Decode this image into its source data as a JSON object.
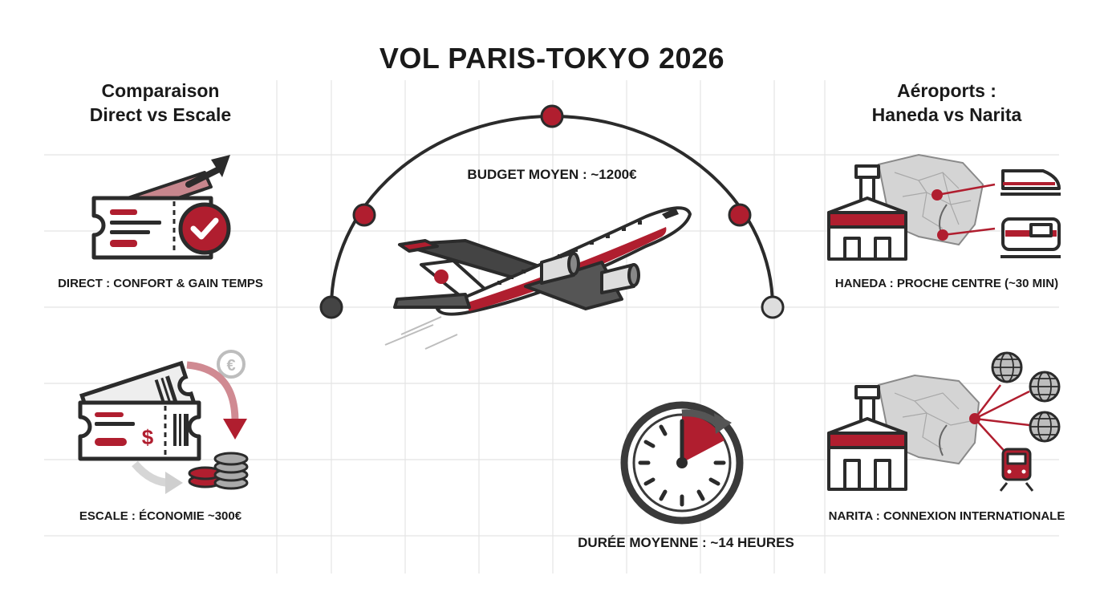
{
  "title": "VOL PARIS-TOKYO 2026",
  "left_section": {
    "title_line1": "Comparaison",
    "title_line2": "Direct vs Escale",
    "direct_caption": "DIRECT : CONFORT & GAIN TEMPS",
    "escale_caption": "ESCALE : ÉCONOMIE ~300€"
  },
  "center_section": {
    "budget_label": "BUDGET MOYEN : ~1200€",
    "duration_label": "DURÉE MOYENNE : ~14 HEURES"
  },
  "right_section": {
    "title_line1": "Aéroports :",
    "title_line2": "Haneda vs Narita",
    "haneda_caption": "HANEDA : PROCHE CENTRE (~30 MIN)",
    "narita_caption": "NARITA : CONNEXION INTERNATIONALE"
  },
  "icons": {
    "currency_symbol": "€",
    "dollar_symbol": "$"
  },
  "colors": {
    "accent_red": "#b01e2f",
    "dark": "#2b2b2b",
    "gray": "#bdbdbd",
    "light_gray": "#dcdcdc"
  }
}
